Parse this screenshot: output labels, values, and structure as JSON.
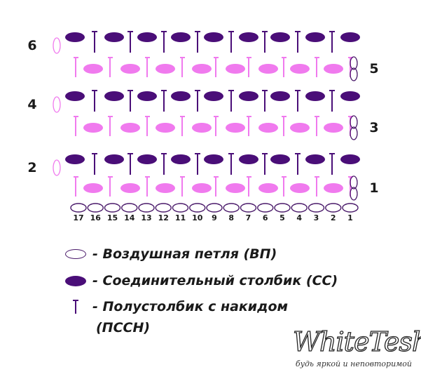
{
  "colors": {
    "dark": "#4a0e78",
    "pink": "#f07aee",
    "chain_outline": "#4a1a6a"
  },
  "rows": [
    {
      "label": "1",
      "kind": "hdc"
    },
    {
      "label": "2",
      "kind": "sc"
    },
    {
      "label": "3",
      "kind": "hdc"
    },
    {
      "label": "4",
      "kind": "sc"
    },
    {
      "label": "5",
      "kind": "hdc"
    },
    {
      "label": "6",
      "kind": "sc"
    }
  ],
  "foundation_numbers": [
    "17",
    "16",
    "15",
    "14",
    "13",
    "12",
    "11",
    "10",
    "9",
    "8",
    "7",
    "6",
    "5",
    "4",
    "3",
    "2",
    "1"
  ],
  "legend": {
    "chain": "- Воздушная петля (ВП)",
    "single": "- Соединительный столбик (СС)",
    "half_double_line1": "- Полустолбик с накидом",
    "half_double_line2": "(ПССН)"
  },
  "brand": {
    "name": "WhiteTesh",
    "tagline": "будь яркой и неповторимой"
  }
}
